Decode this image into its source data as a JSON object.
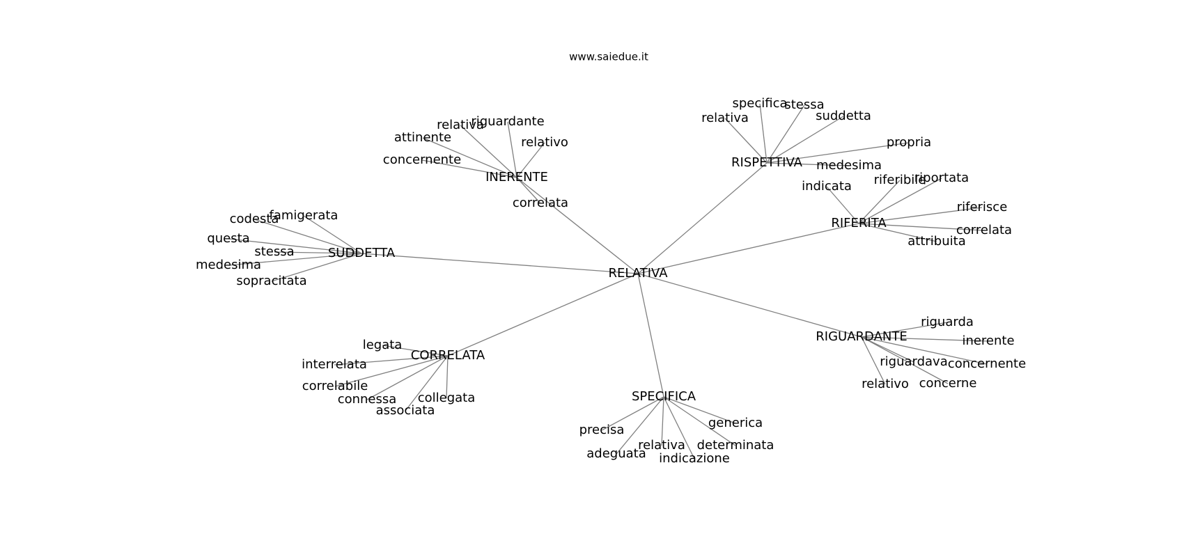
{
  "header": {
    "site": "www.saiedue.it"
  },
  "graph": {
    "root": "RELATIVA",
    "edge_color": "#808080",
    "groups": [
      {
        "hub": "INERENTE",
        "leaves": [
          "riguardante",
          "relativa",
          "attinente",
          "relativo",
          "concernente",
          "correlata"
        ]
      },
      {
        "hub": "RISPETTIVA",
        "leaves": [
          "specifica",
          "stessa",
          "relativa",
          "suddetta",
          "propria",
          "medesima"
        ]
      },
      {
        "hub": "RIFERITA",
        "leaves": [
          "indicata",
          "riferibile",
          "riportata",
          "riferisce",
          "correlata",
          "attribuita"
        ]
      },
      {
        "hub": "SUDDETTA",
        "leaves": [
          "famigerata",
          "codesta",
          "questa",
          "stessa",
          "medesima",
          "sopracitata"
        ]
      },
      {
        "hub": "RIGUARDANTE",
        "leaves": [
          "riguarda",
          "inerente",
          "concernente",
          "riguardava",
          "concerne",
          "relativo"
        ]
      },
      {
        "hub": "CORRELATA",
        "leaves": [
          "legata",
          "interrelata",
          "correlabile",
          "connessa",
          "collegata",
          "associata"
        ]
      },
      {
        "hub": "SPECIFICA",
        "leaves": [
          "generica",
          "precisa",
          "determinata",
          "relativa",
          "adeguata",
          "indicazione"
        ]
      }
    ]
  }
}
